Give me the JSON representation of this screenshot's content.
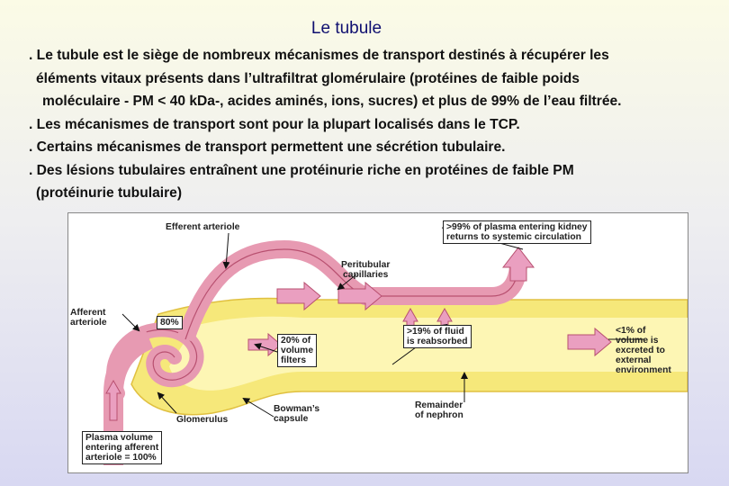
{
  "title": "Le tubule",
  "bullets": {
    "b1_l1": ". Le tubule est le siège de nombreux mécanismes de transport destinés à récupérer les",
    "b1_l2": "éléments vitaux présents dans l’ultrafiltrat glomérulaire (protéines de faible poids",
    "b1_l3": "moléculaire - PM < 40 kDa-, acides aminés, ions, sucres) et plus de 99% de l’eau filtrée.",
    "b2": ". Les mécanismes de transport sont pour la plupart localisés dans le TCP.",
    "b3": ". Certains mécanismes de transport permettent une sécrétion tubulaire.",
    "b4_l1": ". Des lésions tubulaires entraînent une protéinurie riche en protéines de faible PM",
    "b4_l2": "(protéinurie tubulaire)"
  },
  "figure": {
    "efferent": "Efferent arteriole",
    "returns_l1": ">99% of plasma entering kidney",
    "returns_l2": "returns to systemic circulation",
    "peritubular_l1": "Peritubular",
    "peritubular_l2": "capillaries",
    "afferent_l1": "Afferent",
    "afferent_l2": "arteriole",
    "pct80": "80%",
    "filters_l1": "20% of",
    "filters_l2": "volume",
    "filters_l3": "filters",
    "reabsorbed_l1": ">19% of fluid",
    "reabsorbed_l2": "is reabsorbed",
    "excreted_l1": "<1% of",
    "excreted_l2": "volume is",
    "excreted_l3": "excreted to",
    "excreted_l4": "external",
    "excreted_l5": "environment",
    "remainder_l1": "Remainder",
    "remainder_l2": "of nephron",
    "bowman_l1": "Bowman’s",
    "bowman_l2": "capsule",
    "glomerulus": "Glomerulus",
    "plasma_l1": "Plasma volume",
    "plasma_l2": "entering afferent",
    "plasma_l3": "arteriole = 100%"
  },
  "colors": {
    "tubule_yellow": "#f6e87a",
    "tubule_lumen": "#fdf6b4",
    "vessel_pink": "#e79ab2",
    "vessel_dark": "#b85070",
    "arrow_pink": "#ea9fc0"
  }
}
